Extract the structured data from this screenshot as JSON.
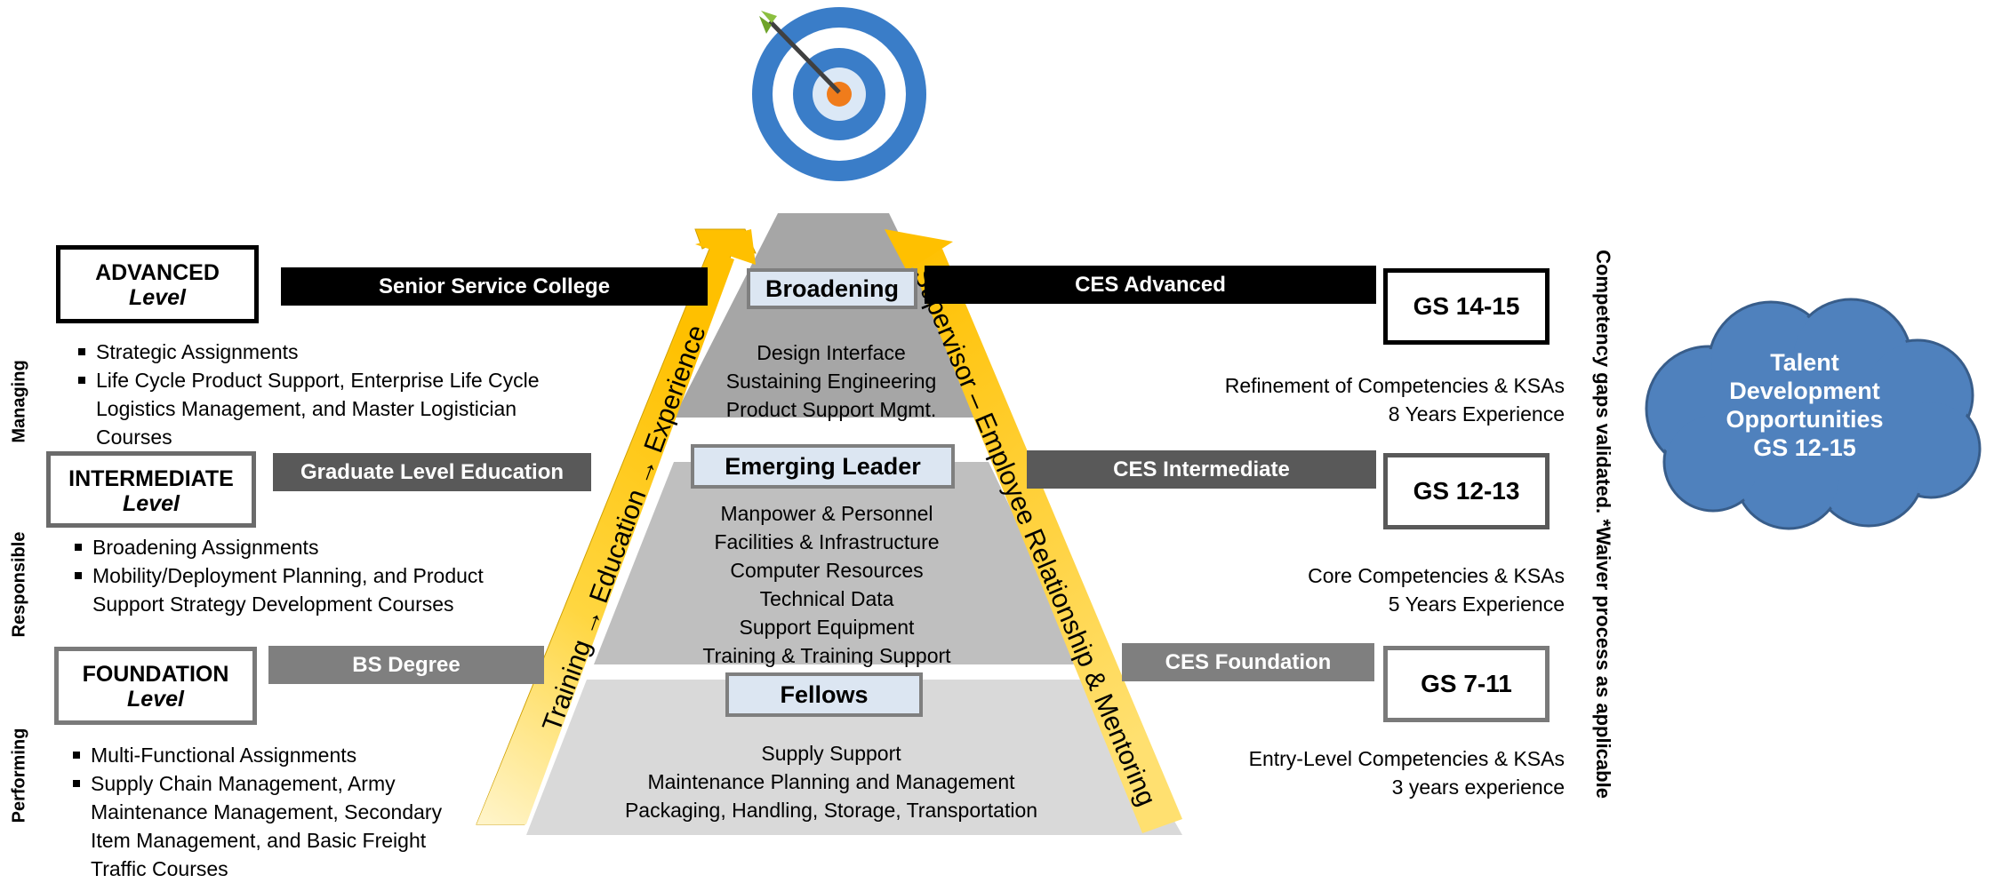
{
  "levels": [
    {
      "title": "ADVANCED",
      "subtitle": "Level"
    },
    {
      "title": "INTERMEDIATE",
      "subtitle": "Level"
    },
    {
      "title": "FOUNDATION",
      "subtitle": "Level"
    }
  ],
  "side_labels": [
    "Managing",
    "Responsible",
    "Performing"
  ],
  "education_bars": [
    "Senior Service College",
    "Graduate Level Education",
    "BS Degree"
  ],
  "ces_bars": [
    "CES Advanced",
    "CES Intermediate",
    "CES Foundation"
  ],
  "grades": [
    "GS 14-15",
    "GS 12-13",
    "GS 7-11"
  ],
  "assignments": {
    "advanced": [
      "Strategic Assignments",
      "Life Cycle Product Support, Enterprise Life Cycle Logistics Management, and Master Logistician Courses"
    ],
    "intermediate": [
      "Broadening Assignments",
      "Mobility/Deployment Planning, and Product Support Strategy Development Courses"
    ],
    "foundation": [
      "Multi-Functional Assignments",
      "Supply Chain Management, Army Maintenance Management, Secondary Item Management, and Basic Freight Traffic Courses"
    ]
  },
  "experience": {
    "gs1415": [
      "Refinement of Competencies & KSAs",
      "8 Years Experience"
    ],
    "gs1213": [
      "Core Competencies & KSAs",
      "5 Years Experience"
    ],
    "gs711": [
      "Entry-Level Competencies & KSAs",
      "3 years experience"
    ]
  },
  "pyramid": {
    "broadening": {
      "label": "Broadening",
      "items": [
        "Design Interface",
        "Sustaining Engineering",
        "Product Support Mgmt."
      ]
    },
    "emerging": {
      "label": "Emerging Leader",
      "items": [
        "Manpower & Personnel",
        "Facilities & Infrastructure",
        "Computer Resources",
        "Technical Data",
        "Support Equipment",
        "Training & Training Support"
      ]
    },
    "fellows": {
      "label": "Fellows",
      "items": [
        "Supply Support",
        "Maintenance Planning and Management",
        "Packaging, Handling, Storage, Transportation"
      ]
    }
  },
  "arrows": {
    "left": "Training → Education → Experience",
    "right": "Supervisor – Employee Relationship & Mentoring"
  },
  "vertical_note": "Competency gaps validated. *Waiver process as applicable",
  "cloud": {
    "lines": [
      "Talent",
      "Development",
      "Opportunities",
      "GS 12-15"
    ]
  },
  "colors": {
    "arrow": "#ffc000",
    "target_blue": "#3a7dc8",
    "cloud": "#4f81bd",
    "label_fill": "#dce6f2"
  }
}
